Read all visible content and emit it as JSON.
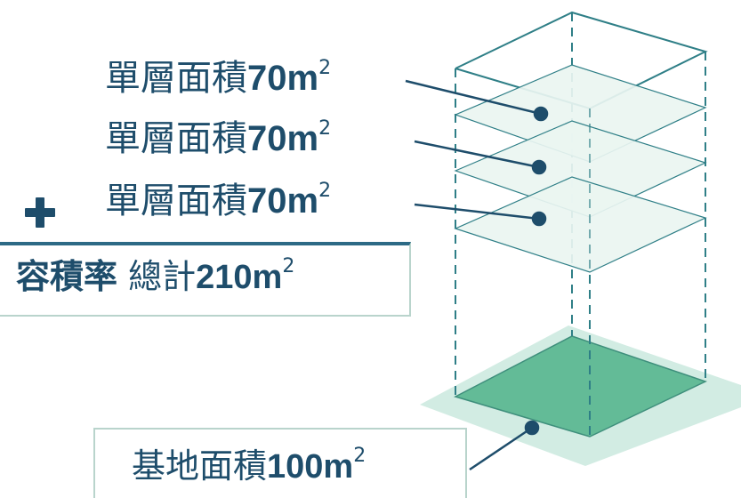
{
  "floors": [
    {
      "label": "單層面積",
      "value": "70",
      "unit": "m",
      "power": "2"
    },
    {
      "label": "單層面積",
      "value": "70",
      "unit": "m",
      "power": "2"
    },
    {
      "label": "單層面積",
      "value": "70",
      "unit": "m",
      "power": "2"
    }
  ],
  "total": {
    "key": "容積率",
    "label": "總計",
    "value": "210",
    "unit": "m",
    "power": "2"
  },
  "site": {
    "label": "基地面積",
    "value": "100",
    "unit": "m",
    "power": "2"
  },
  "colors": {
    "text": "#1e4d6b",
    "building_outline": "#2f7f87",
    "floor_fill": "#e9f4f0",
    "site_fill": "#60bb97",
    "site_shadow": "#cce9df",
    "leader": "#1e4d6b"
  }
}
